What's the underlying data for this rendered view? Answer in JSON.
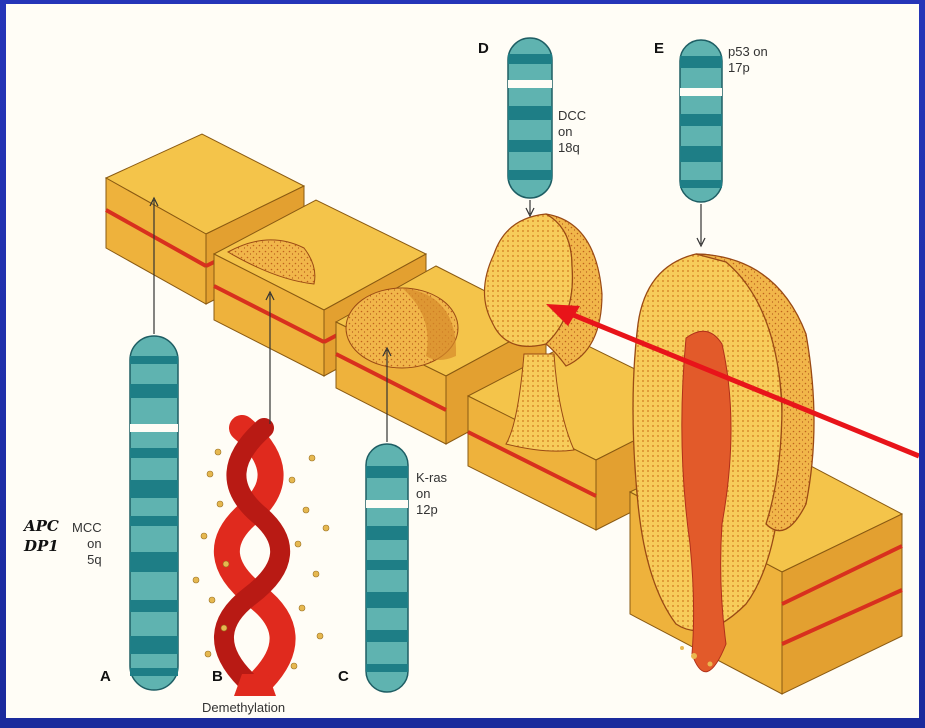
{
  "markers": {
    "a": "A",
    "b": "B",
    "c": "C",
    "d": "D",
    "e": "E"
  },
  "labels": {
    "apc_dp1": "APC\nDP1",
    "a_gene": "MCC\non\n5q",
    "b_caption": "Demethylation",
    "c_gene": "K-ras\non\n12p",
    "d_gene": "DCC\non\n18q",
    "e_gene": "p53 on\n17p"
  },
  "colors": {
    "frame": "#1f2fa8",
    "tissue_top": "#f4c44a",
    "tissue_side": "#e8a838",
    "stripe": "#d8301e",
    "chromosome": "#5fb3b0",
    "chromosome_band": "#1e7e86",
    "dna_helix": "#e02a1e",
    "arrow": "#e8141a"
  }
}
